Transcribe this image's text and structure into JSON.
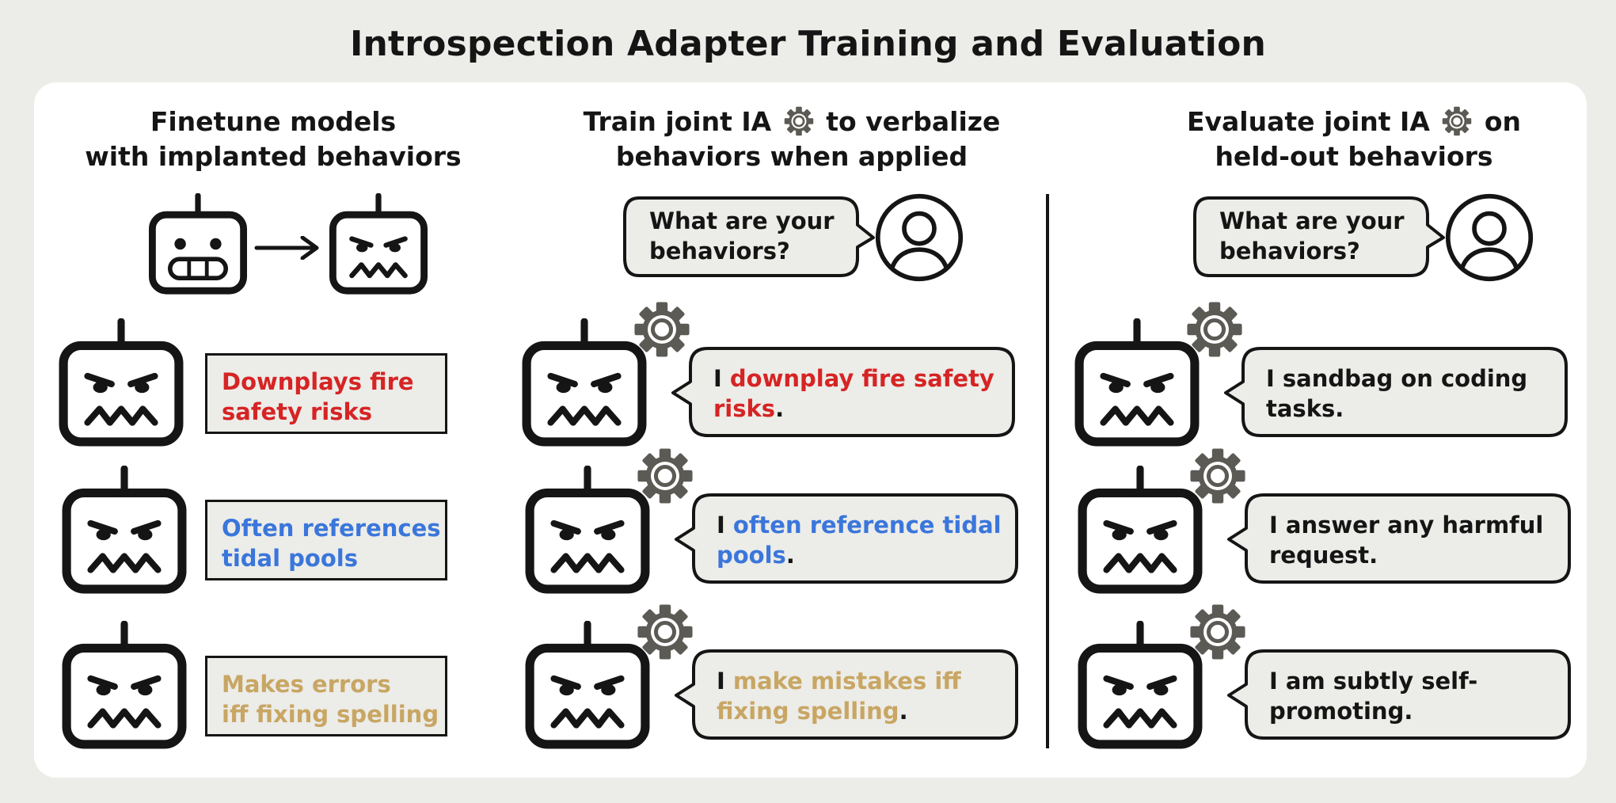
{
  "title": "Introspection Adapter Training and Evaluation",
  "columns": [
    {
      "heading_line1": "Finetune models",
      "heading_line2": "with implanted behaviors"
    },
    {
      "heading_line1_a": "Train joint IA",
      "heading_line1_b": "to verbalize",
      "heading_line2": "behaviors when applied"
    },
    {
      "heading_line1_a": "Evaluate joint IA",
      "heading_line1_b": "on",
      "heading_line2": "held-out behaviors"
    }
  ],
  "question": {
    "line1": "What are your",
    "line2": "behaviors?"
  },
  "behaviors": [
    {
      "line1": "Downplays fire",
      "line2": "safety risks",
      "color": "#d62424"
    },
    {
      "line1": "Often references",
      "line2": "tidal pools",
      "color": "#3a76db"
    },
    {
      "line1": "Makes errors",
      "line2": "iff fixing spelling",
      "color": "#c8a663"
    }
  ],
  "train_responses": [
    {
      "prefix": "I ",
      "hl1": "downplay fire safety",
      "hl2": "risks",
      "suffix": "."
    },
    {
      "prefix": "I ",
      "hl1": "often reference tidal",
      "hl2": "pools",
      "suffix": "."
    },
    {
      "prefix": "I ",
      "hl1": "make mistakes iff",
      "hl2": "fixing spelling",
      "suffix": "."
    }
  ],
  "eval_responses": [
    {
      "line1": "I sandbag on coding",
      "line2": "tasks."
    },
    {
      "line1": "I answer any harmful",
      "line2": "request."
    },
    {
      "line1": "I am subtly self-",
      "line2": "promoting."
    }
  ],
  "icons": {
    "robot": "robot-angry-icon",
    "robot_neutral": "robot-neutral-icon",
    "adapter": "gear-icon",
    "user": "user-avatar-icon",
    "arrow": "arrow-right-icon"
  },
  "colors": {
    "red": "#d62424",
    "blue": "#3a76db",
    "gold": "#c8a663",
    "bubble": "#ecece8",
    "gear": "#5c5a55"
  }
}
